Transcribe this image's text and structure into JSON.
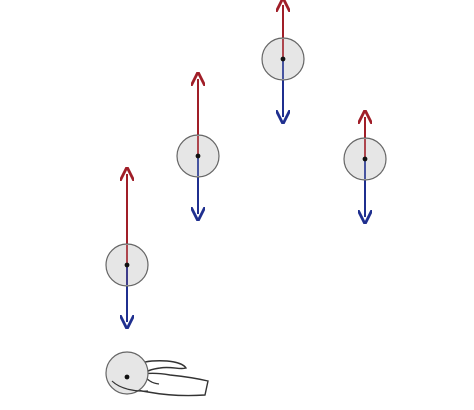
{
  "diagram": {
    "colors": {
      "background": "#ffffff",
      "ball_fill": "#e6e6e6",
      "ball_outline": "#666666",
      "center_dot": "#111111",
      "up_arrow": "#a01e28",
      "down_arrow": "#1f2f8f",
      "hand_outline": "#333333"
    },
    "balls": [
      {
        "id": "ball-1",
        "has_up_arrow": true,
        "has_down_arrow": true
      },
      {
        "id": "ball-2",
        "has_up_arrow": true,
        "has_down_arrow": true
      },
      {
        "id": "ball-3",
        "has_up_arrow": true,
        "has_down_arrow": true
      },
      {
        "id": "ball-4",
        "has_up_arrow": true,
        "has_down_arrow": true
      }
    ],
    "hand_ball": {
      "present": true
    },
    "icons": {
      "hand": "hand-icon",
      "ball": "ball-icon",
      "up": "arrow-up-icon",
      "down": "arrow-down-icon"
    }
  }
}
